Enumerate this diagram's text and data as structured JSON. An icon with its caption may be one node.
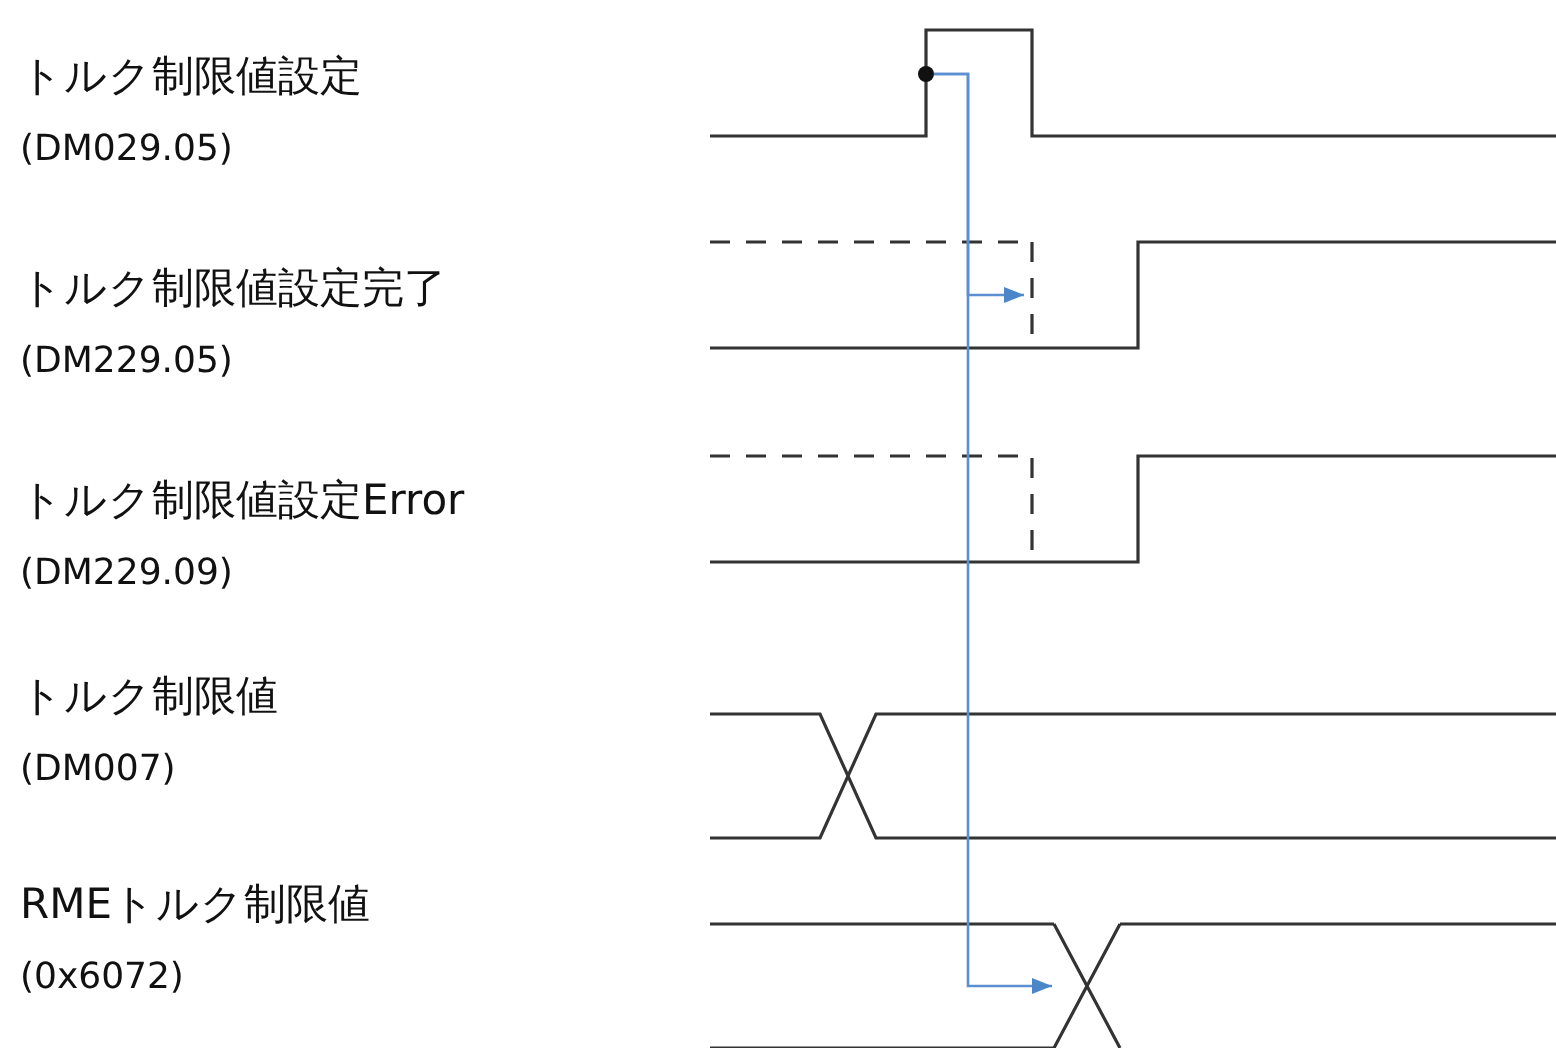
{
  "diagram": {
    "nodes": [
      {
        "text": [],
        "shape": "circle"
      },
      {
        "text": [],
        "shape": "line"
      },
      {
        "text": [],
        "shape": "cross"
      }
    ],
    "edges": [
      {
        "from": 0,
        "to": 1,
        "arrow": "to"
      },
      {
        "from": 0,
        "to": 2,
        "arrow": "to"
      }
    ],
    "labels": [
      "トルク制限値設定",
      "(DM029.05)",
      "トルク制限値設定完了",
      "(DM229.05)",
      "トルク制限値設定Error",
      "(DM229.09)",
      "トルク制限値",
      "(DM007)",
      "RMEトルク制限値",
      "(0x6072)"
    ]
  }
}
